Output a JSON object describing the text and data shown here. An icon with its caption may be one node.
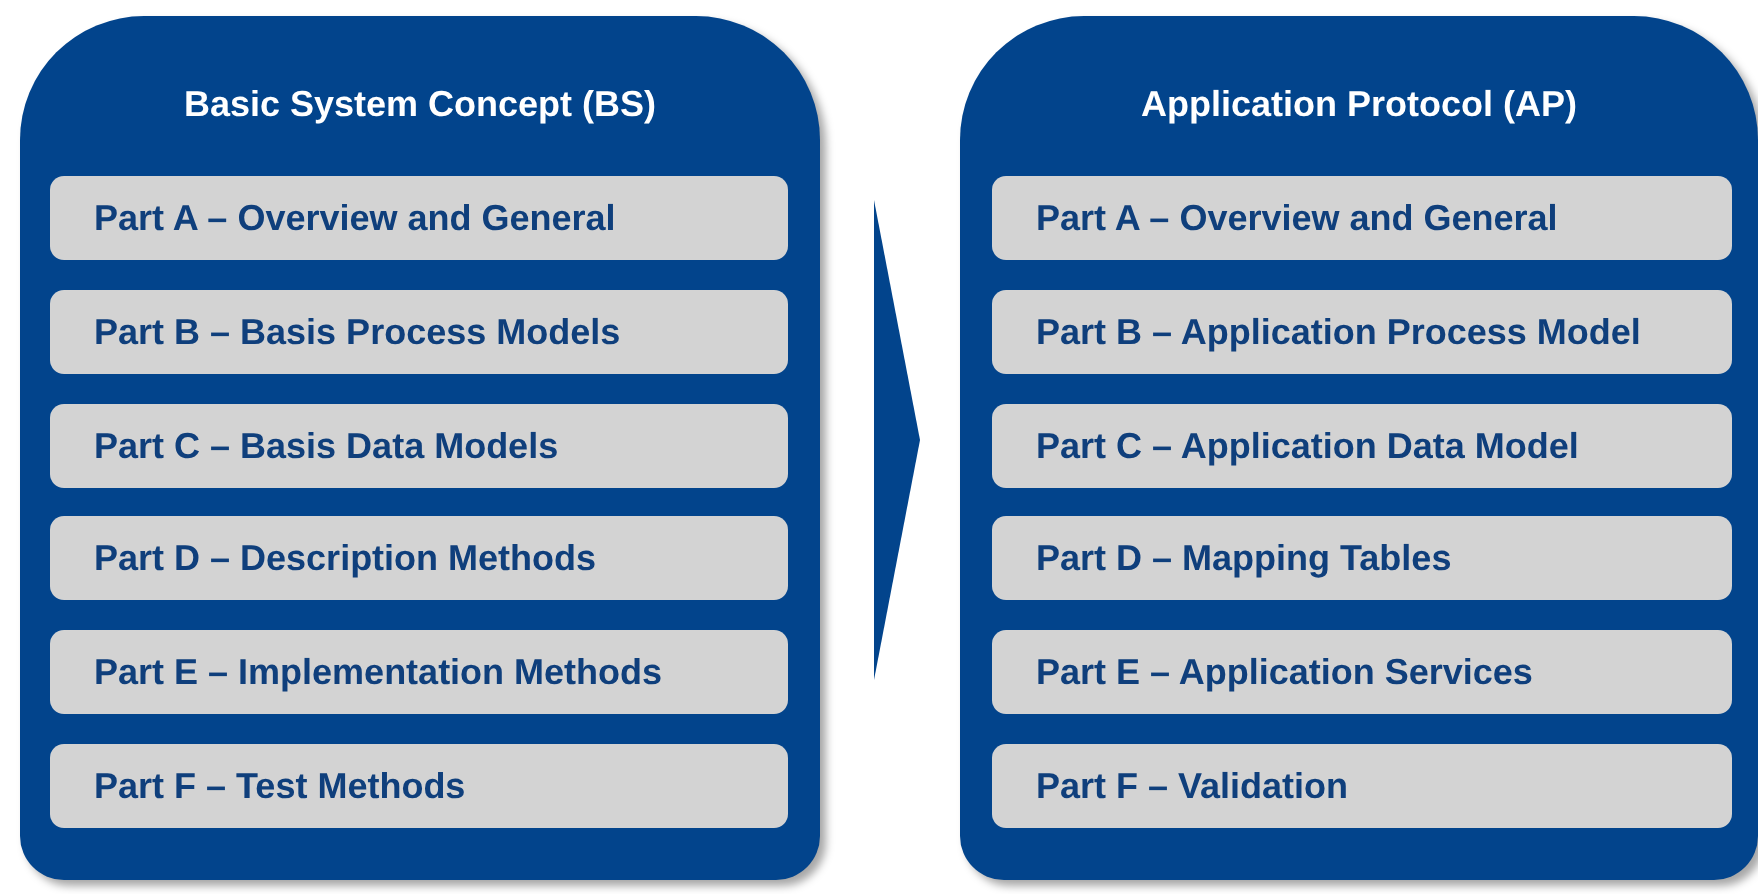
{
  "diagram": {
    "nodes": [
      {
        "text": [
          "Basic System Concept (BS)"
        ]
      },
      {
        "text": [
          "Part A – Overview and General"
        ],
        "in": 0
      },
      {
        "text": [
          "Part B – Basis Process Models"
        ],
        "in": 0
      },
      {
        "text": [
          "Part C – Basis Data Models"
        ],
        "in": 0
      },
      {
        "text": [
          "Part D – Description Methods"
        ],
        "in": 0
      },
      {
        "text": [
          "Part E – Implementation Methods"
        ],
        "in": 0
      },
      {
        "text": [
          "Part F – Test Methods"
        ],
        "in": 0
      },
      {
        "text": [
          "Application Protocol (AP)"
        ]
      },
      {
        "text": [
          "Part A – Overview and General"
        ],
        "in": 7
      },
      {
        "text": [
          "Part B – Application Process Model"
        ],
        "in": 7
      },
      {
        "text": [
          "Part C – Application Data Model"
        ],
        "in": 7
      },
      {
        "text": [
          "Part D – Mapping Tables"
        ],
        "in": 7
      },
      {
        "text": [
          "Part E – Application Services"
        ],
        "in": 7
      },
      {
        "text": [
          "Part F – Validation"
        ],
        "in": 7
      }
    ],
    "edges": [
      {
        "from": 0,
        "to": 7,
        "arrow": "to"
      }
    ]
  }
}
